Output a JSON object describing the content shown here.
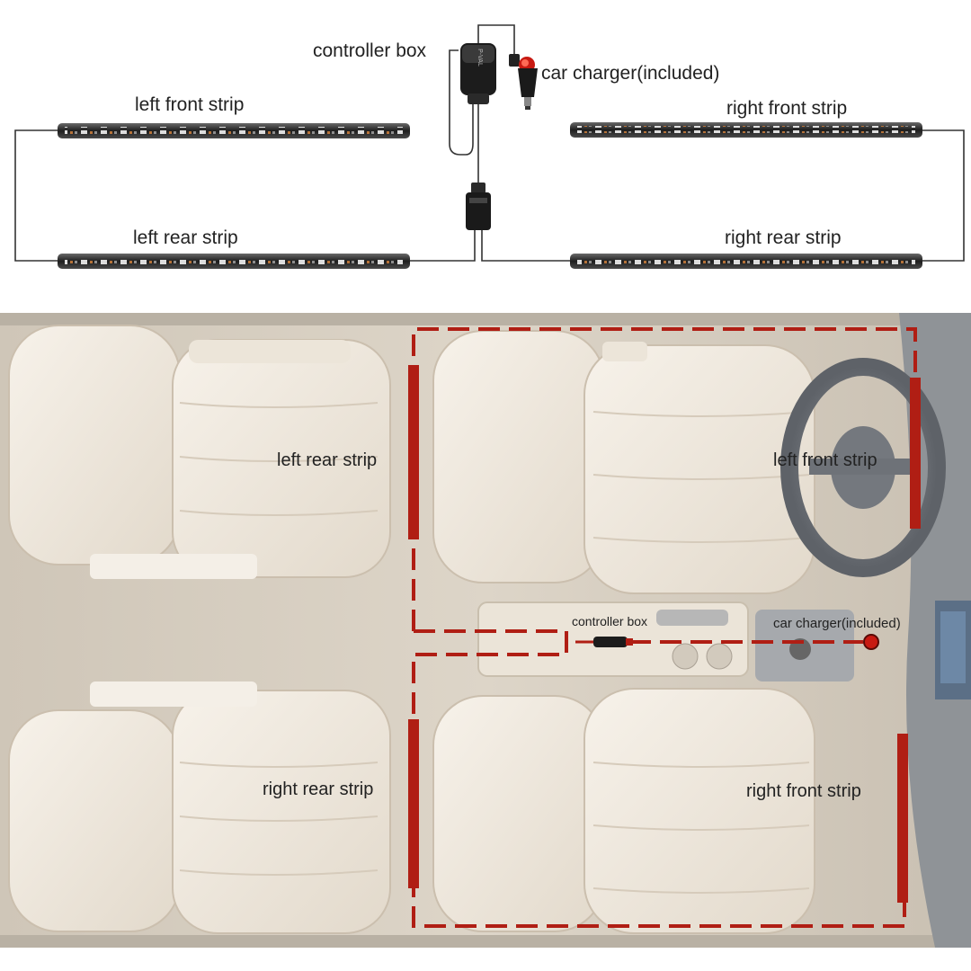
{
  "wiring_diagram": {
    "controller_label": "controller box",
    "charger_label": "car charger(included)",
    "left_front_label": "left front strip",
    "left_rear_label": "left rear strip",
    "right_front_label": "right front strip",
    "right_rear_label": "right rear strip",
    "controller_brand": "P-VAL"
  },
  "car_layout": {
    "left_rear_label": "left rear strip",
    "left_front_label": "left front strip",
    "right_rear_label": "right rear strip",
    "right_front_label": "right front strip",
    "controller_label": "controller box",
    "charger_label": "car charger(included)"
  },
  "colors": {
    "strip_marker": "#b01e14",
    "seat": "#efe8dc",
    "floor": "#d9d0c3",
    "wire": "#333333"
  }
}
